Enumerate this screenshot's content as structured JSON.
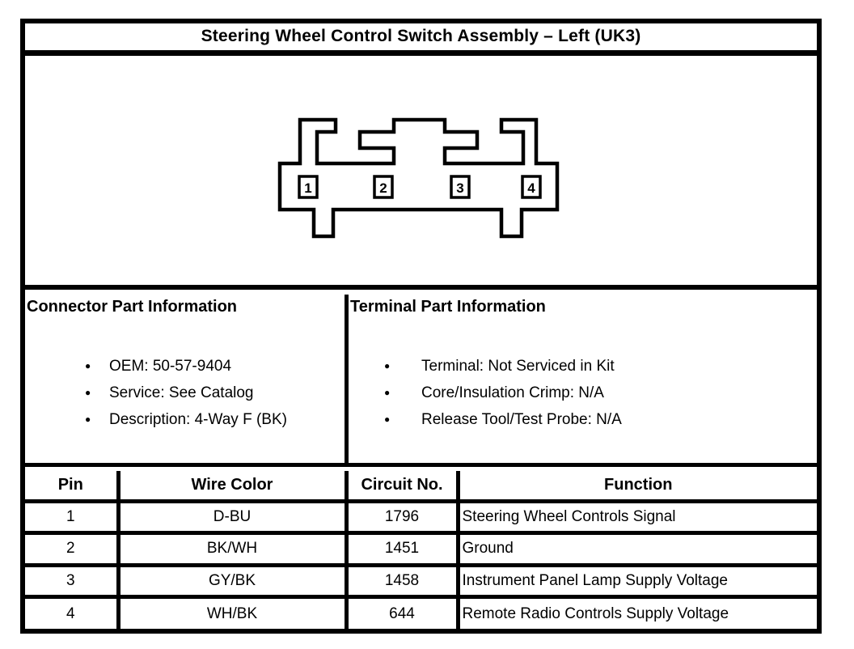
{
  "title": "Steering Wheel Control Switch Assembly – Left (UK3)",
  "colors": {
    "ink": "#000000",
    "paper": "#ffffff"
  },
  "diagram": {
    "description": "4-way female connector face view with latch tabs",
    "pins": [
      {
        "label": "1"
      },
      {
        "label": "2"
      },
      {
        "label": "3"
      },
      {
        "label": "4"
      }
    ]
  },
  "connector_info": {
    "header": "Connector Part Information",
    "items": [
      "OEM: 50-57-9404",
      "Service: See Catalog",
      "Description: 4-Way F (BK)"
    ]
  },
  "terminal_info": {
    "header": "Terminal Part Information",
    "items": [
      "Terminal: Not Serviced in Kit",
      "Core/Insulation Crimp: N/A",
      "Release Tool/Test Probe: N/A"
    ]
  },
  "table": {
    "headers": [
      "Pin",
      "Wire Color",
      "Circuit No.",
      "Function"
    ],
    "rows": [
      [
        "1",
        "D-BU",
        "1796",
        "Steering Wheel Controls Signal"
      ],
      [
        "2",
        "BK/WH",
        "1451",
        "Ground"
      ],
      [
        "3",
        "GY/BK",
        "1458",
        "Instrument Panel Lamp Supply Voltage"
      ],
      [
        "4",
        "WH/BK",
        "644",
        "Remote Radio Controls Supply Voltage"
      ]
    ]
  }
}
